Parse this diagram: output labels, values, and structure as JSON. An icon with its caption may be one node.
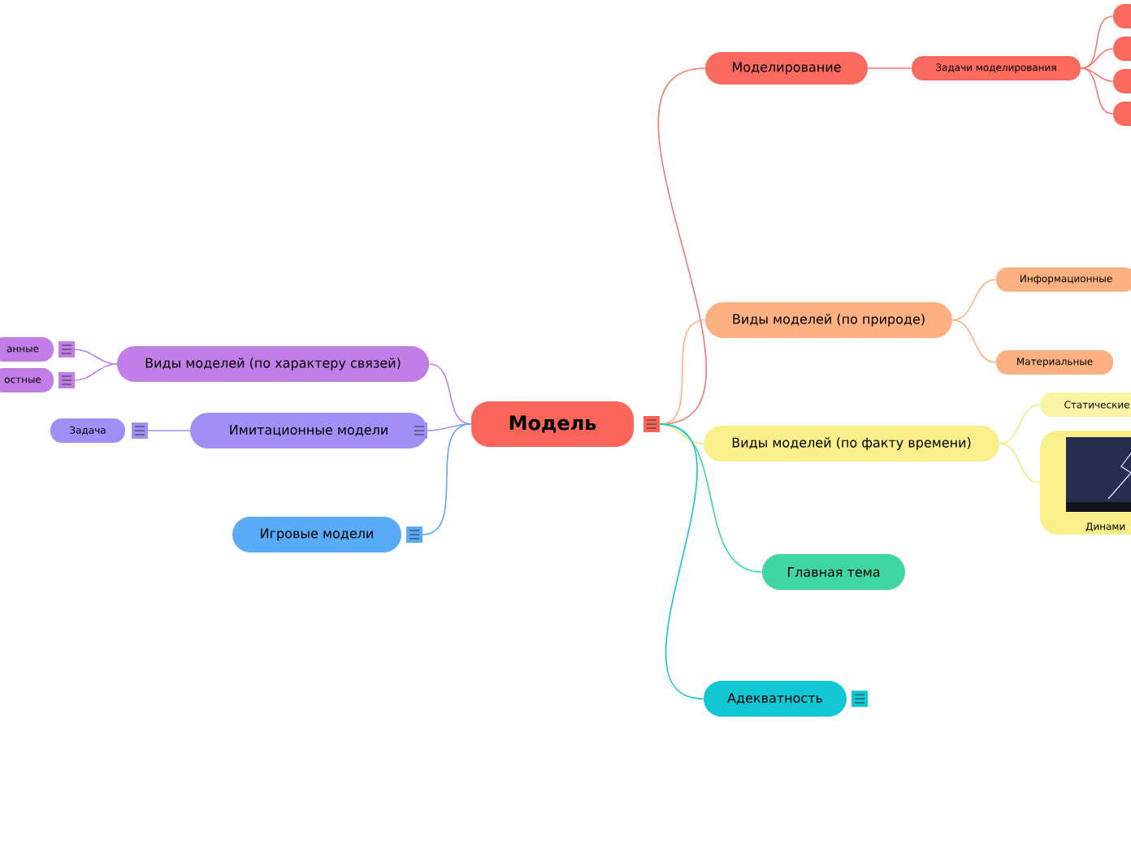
{
  "diagram": {
    "nodes": [
      {
        "text": [
          "Модель"
        ]
      },
      {
        "text": [
          "Моделирование"
        ]
      },
      {
        "text": [
          "Задачи моделирования"
        ]
      },
      {
        "text": [],
        "shape": "box"
      },
      {
        "text": [],
        "shape": "box"
      },
      {
        "text": [],
        "shape": "box"
      },
      {
        "text": [],
        "shape": "box"
      },
      {
        "text": [
          "Виды моделей (по природе)"
        ]
      },
      {
        "text": [
          "Информационные"
        ]
      },
      {
        "text": [
          "Материальные"
        ]
      },
      {
        "text": [
          "Виды моделей (по факту времени)"
        ]
      },
      {
        "text": [
          "Статические"
        ]
      },
      {
        "text": [
          "Динами"
        ]
      },
      {
        "text": [
          "Главная тема"
        ]
      },
      {
        "text": [
          "Адекватность"
        ]
      },
      {
        "text": [
          "Виды моделей (по характеру связей)"
        ]
      },
      {
        "text": [
          "анные"
        ]
      },
      {
        "text": [
          "остные"
        ]
      },
      {
        "text": [
          "Имитационные модели"
        ]
      },
      {
        "text": [
          "Задача"
        ]
      },
      {
        "text": [
          "Игровые модели"
        ]
      }
    ],
    "edges": [
      {
        "from": 0,
        "to": 1,
        "arrow": "none",
        "color": "#f47a6e"
      },
      {
        "from": 1,
        "to": 2,
        "arrow": "none",
        "color": "#f47a6e"
      },
      {
        "from": 2,
        "to": 3,
        "arrow": "none",
        "color": "#f47a6e"
      },
      {
        "from": 2,
        "to": 4,
        "arrow": "none",
        "color": "#f47a6e"
      },
      {
        "from": 2,
        "to": 5,
        "arrow": "none",
        "color": "#f47a6e"
      },
      {
        "from": 2,
        "to": 6,
        "arrow": "none",
        "color": "#f47a6e"
      },
      {
        "from": 0,
        "to": 7,
        "arrow": "none",
        "color": "#fdb082"
      },
      {
        "from": 7,
        "to": 8,
        "arrow": "none",
        "color": "#fdb082"
      },
      {
        "from": 7,
        "to": 9,
        "arrow": "none",
        "color": "#fdb082"
      },
      {
        "from": 0,
        "to": 10,
        "arrow": "none",
        "color": "#f3ea7a"
      },
      {
        "from": 10,
        "to": 11,
        "arrow": "none",
        "color": "#f3ea7a"
      },
      {
        "from": 10,
        "to": 12,
        "arrow": "none",
        "color": "#f3ea7a"
      },
      {
        "from": 0,
        "to": 13,
        "arrow": "none",
        "color": "#3fd6a3"
      },
      {
        "from": 0,
        "to": 14,
        "arrow": "none",
        "color": "#12c7d3"
      },
      {
        "from": 0,
        "to": 15,
        "arrow": "none",
        "color": "#c17ee6"
      },
      {
        "from": 15,
        "to": 16,
        "arrow": "none",
        "color": "#c17ee6"
      },
      {
        "from": 15,
        "to": 17,
        "arrow": "none",
        "color": "#c17ee6"
      },
      {
        "from": 0,
        "to": 18,
        "arrow": "none",
        "color": "#a18ff6"
      },
      {
        "from": 18,
        "to": 19,
        "arrow": "none",
        "color": "#a18ff6"
      },
      {
        "from": 0,
        "to": 20,
        "arrow": "none",
        "color": "#5aabf5"
      }
    ]
  }
}
